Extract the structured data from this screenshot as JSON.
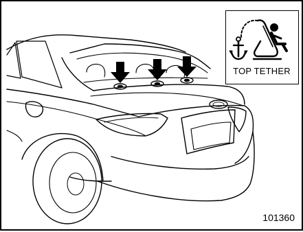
{
  "figure": {
    "symbol_label": "TOP TETHER",
    "figure_number": "101360",
    "symbol_icon": "anchor-child-seat-icon",
    "arrow_count": 3,
    "colors": {
      "line": "#000000",
      "background": "#ffffff"
    }
  }
}
